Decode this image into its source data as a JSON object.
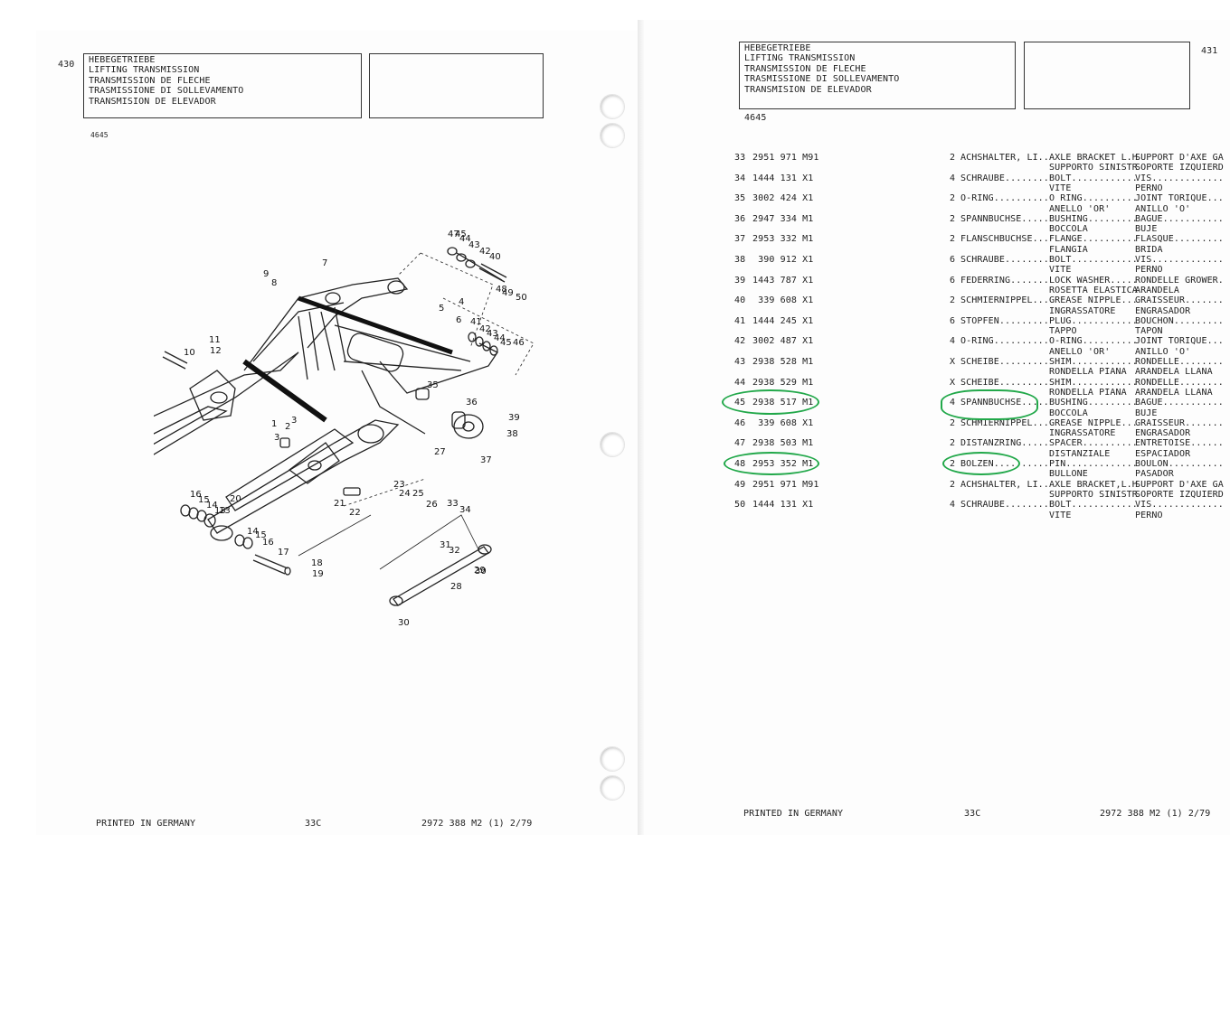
{
  "left_page": {
    "page_number": "430",
    "title_lines": [
      "HEBEGETRIEBE",
      "LIFTING TRANSMISSION",
      "TRANSMISSION DE FLECHE",
      "TRASMISSIONE DI SOLLEVAMENTO",
      "TRANSMISION DE ELEVADOR"
    ],
    "model": "4645",
    "footer": {
      "printed": "PRINTED IN GERMANY",
      "section": "33C",
      "doc": "2972 388 M2 (1) 2/79"
    }
  },
  "right_page": {
    "page_number": "431",
    "title_lines": [
      "HEBEGETRIEBE",
      "LIFTING TRANSMISSION",
      "TRANSMISSION DE FLECHE",
      "TRASMISSIONE DI SOLLEVAMENTO",
      "TRANSMISION DE ELEVADOR"
    ],
    "model": "4645",
    "footer": {
      "printed": "PRINTED IN GERMANY",
      "section": "33C",
      "doc": "2972 388 M2 (1) 2/79"
    }
  },
  "diagram_labels": [
    "1",
    "2",
    "3",
    "3",
    "4",
    "5",
    "6",
    "7",
    "8",
    "9",
    "10",
    "11",
    "12",
    "13",
    "14",
    "15",
    "16",
    "16",
    "15",
    "14",
    "13",
    "17",
    "18",
    "19",
    "20",
    "21",
    "22",
    "23",
    "24",
    "25",
    "26",
    "27",
    "28",
    "29",
    "30",
    "30",
    "31",
    "32",
    "33",
    "34",
    "35",
    "36",
    "37",
    "38",
    "39",
    "40",
    "41",
    "42",
    "42",
    "43",
    "43",
    "44",
    "44",
    "45",
    "45",
    "46",
    "47",
    "48",
    "49",
    "50"
  ],
  "parts": [
    {
      "item": "33",
      "part": "2951 971 M91",
      "qty": "2",
      "de": "ACHSHALTER, LI..",
      "en": "AXLE BRACKET L.H",
      "fr": "SUPPORT D'AXE GA",
      "it": "SUPPORTO SINISTR",
      "es": "SOPORTE IZQUIERD"
    },
    {
      "item": "34",
      "part": "1444 131 X1",
      "qty": "4",
      "de": "SCHRAUBE........",
      "en": "BOLT............",
      "fr": "VIS.............",
      "it": "VITE",
      "es": "PERNO"
    },
    {
      "item": "35",
      "part": "3002 424 X1",
      "qty": "2",
      "de": "O-RING..........",
      "en": "O RING..........",
      "fr": "JOINT TORIQUE...",
      "it": "ANELLO 'OR'",
      "es": "ANILLO 'O'"
    },
    {
      "item": "36",
      "part": "2947 334 M1",
      "qty": "2",
      "de": "SPANNBUCHSE.....",
      "en": "BUSHING.........",
      "fr": "BAGUE...........",
      "it": "BOCCOLA",
      "es": "BUJE"
    },
    {
      "item": "37",
      "part": "2953 332 M1",
      "qty": "2",
      "de": "FLANSCHBUCHSE...",
      "en": "FLANGE..........",
      "fr": "FLASQUE.........",
      "it": "FLANGIA",
      "es": "BRIDA"
    },
    {
      "item": "38",
      "part": " 390 912 X1",
      "qty": "6",
      "de": "SCHRAUBE........",
      "en": "BOLT............",
      "fr": "VIS.............",
      "it": "VITE",
      "es": "PERNO"
    },
    {
      "item": "39",
      "part": "1443 787 X1",
      "qty": "6",
      "de": "FEDERRING.......",
      "en": "LOCK WASHER.....",
      "fr": "RONDELLE GROWER.",
      "it": "ROSETTA ELASTICA",
      "es": "ARANDELA"
    },
    {
      "item": "40",
      "part": " 339 608 X1",
      "qty": "2",
      "de": "SCHMIERNIPPEL...",
      "en": "GREASE NIPPLE...",
      "fr": "GRAISSEUR.......",
      "it": "INGRASSATORE",
      "es": "ENGRASADOR"
    },
    {
      "item": "41",
      "part": "1444 245 X1",
      "qty": "6",
      "de": "STOPFEN.........",
      "en": "PLUG............",
      "fr": "BOUCHON.........",
      "it": "TAPPO",
      "es": "TAPON"
    },
    {
      "item": "42",
      "part": "3002 487 X1",
      "qty": "4",
      "de": "O-RING..........",
      "en": "O-RING..........",
      "fr": "JOINT TORIQUE...",
      "it": "ANELLO 'OR'",
      "es": "ANILLO 'O'"
    },
    {
      "item": "43",
      "part": "2938 528 M1",
      "qty": "X",
      "de": "SCHEIBE.........",
      "en": "SHIM............",
      "fr": "RONDELLE........",
      "it": "RONDELLA PIANA",
      "es": "ARANDELA LLANA"
    },
    {
      "item": "44",
      "part": "2938 529 M1",
      "qty": "X",
      "de": "SCHEIBE.........",
      "en": "SHIM............",
      "fr": "RONDELLE........",
      "it": "RONDELLA PIANA",
      "es": "ARANDELA LLANA"
    },
    {
      "item": "45",
      "part": "2938 517 M1",
      "qty": "4",
      "de": "SPANNBUCHSE.....",
      "en": "BUSHING.........",
      "fr": "BAGUE...........",
      "it": "BOCCOLA",
      "es": "BUJE"
    },
    {
      "item": "46",
      "part": " 339 608 X1",
      "qty": "2",
      "de": "SCHMIERNIPPEL...",
      "en": "GREASE NIPPLE...",
      "fr": "GRAISSEUR.......",
      "it": "INGRASSATORE",
      "es": "ENGRASADOR"
    },
    {
      "item": "47",
      "part": "2938 503 M1",
      "qty": "2",
      "de": "DISTANZRING.....",
      "en": "SPACER..........",
      "fr": "ENTRETOISE......",
      "it": "DISTANZIALE",
      "es": "ESPACIADOR"
    },
    {
      "item": "48",
      "part": "2953 352 M1",
      "qty": "2",
      "de": "BOLZEN..........",
      "en": "PIN.............",
      "fr": "BOULON..........",
      "it": "BULLONE",
      "es": "PASADOR"
    },
    {
      "item": "49",
      "part": "2951 971 M91",
      "qty": "2",
      "de": "ACHSHALTER, LI..",
      "en": "AXLE BRACKET,L.H",
      "fr": "SUPPORT D'AXE GA",
      "it": "SUPPORTO SINISTR",
      "es": "SOPORTE IZQUIERD"
    },
    {
      "item": "50",
      "part": "1444 131 X1",
      "qty": "4",
      "de": "SCHRAUBE........",
      "en": "BOLT............",
      "fr": "VIS.............",
      "it": "VITE",
      "es": "PERNO"
    }
  ],
  "highlight_color": "#22a84a"
}
